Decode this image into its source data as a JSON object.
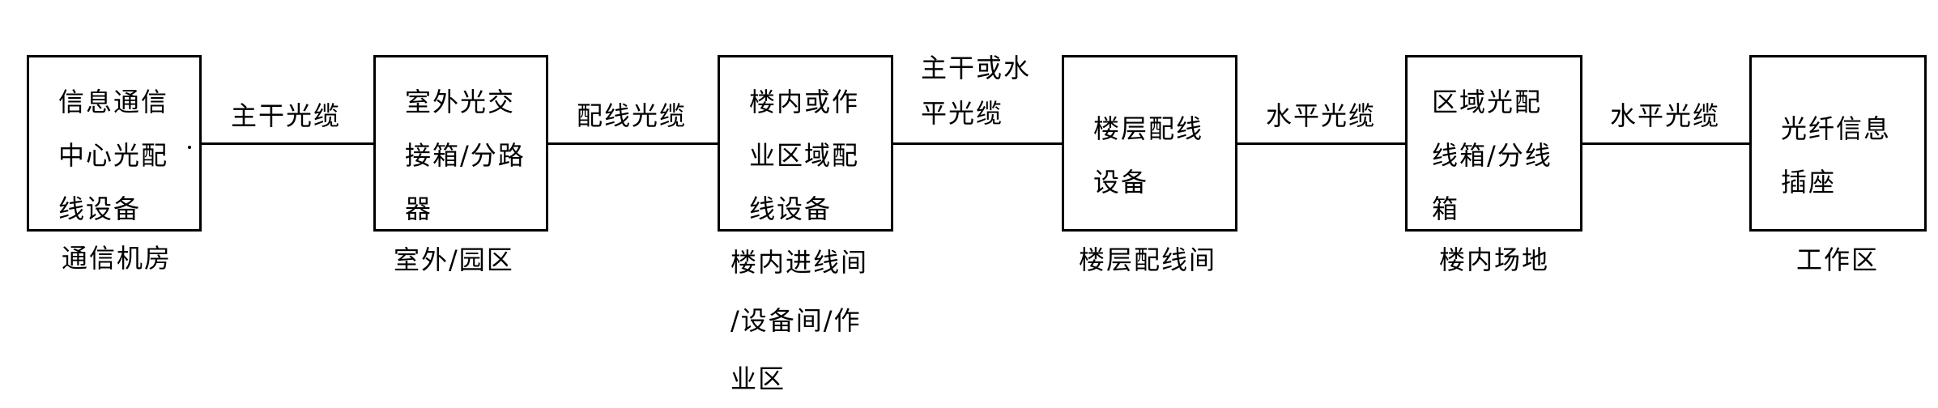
{
  "nodes": [
    {
      "lines": [
        "信息通信",
        "中心光配",
        "线设备"
      ],
      "location": "通信机房"
    },
    {
      "lines": [
        "室外光交",
        "接箱/分路",
        "器"
      ],
      "location": "室外/园区"
    },
    {
      "lines": [
        "楼内或作",
        "业区域配",
        "线设备"
      ],
      "location": "楼内进线间\n/设备间/作\n业区"
    },
    {
      "lines": [
        "楼层配线",
        "设备"
      ],
      "location": "楼层配线间"
    },
    {
      "lines": [
        "区域光配",
        "线箱/分线",
        "箱"
      ],
      "location": "楼内场地"
    },
    {
      "lines": [
        "光纤信息",
        "插座"
      ],
      "location": "工作区"
    }
  ],
  "links": [
    {
      "label": "主干光缆"
    },
    {
      "label": "配线光缆"
    },
    {
      "label": "主干或水\n平光缆"
    },
    {
      "label": "水平光缆"
    },
    {
      "label": "水平光缆"
    }
  ]
}
